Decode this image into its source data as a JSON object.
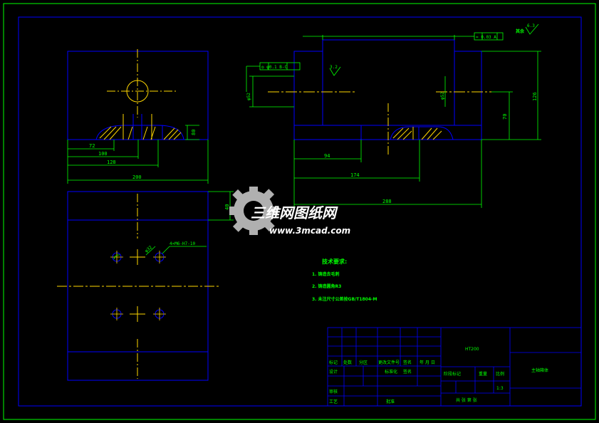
{
  "dimensions": {
    "d_72": "72",
    "d_100": "100",
    "d_128": "128",
    "d_200": "200",
    "d_40": "40",
    "d_80": "80",
    "d_94": "94",
    "d_174": "174",
    "d_288": "288",
    "d_70": "70",
    "d_126": "126",
    "d_phi52_left": "φ52",
    "d_phi52_right": "φ52",
    "d_phi32": "φ32",
    "d_holes": "4×M6-H7-10"
  },
  "tolerances": {
    "position_frame": "◎ φ0.1  B-C",
    "parallelism_frame": "= 0.03 A",
    "roughness_main": "6.3",
    "roughness_other": "其余",
    "roughness_inner": "3.2"
  },
  "technical_requirements": {
    "heading": "技术要求:",
    "items": [
      "1. 铸造去毛刺",
      "2. 铸造圆角R3",
      "3. 未注尺寸公差按GB/T1804-M"
    ]
  },
  "title_block": {
    "material": "HT200",
    "part_name": "主轴箱体",
    "row_labels_1": [
      "标记",
      "处数",
      "分区",
      "更改文件号",
      "签名",
      "年 月 日"
    ],
    "row_labels_2": [
      "设计",
      "标准化",
      "签名"
    ],
    "stage_label": "阶段标记",
    "weight_label": "重量",
    "scale_label": "比例",
    "scale_value": "1:3",
    "review_label": "审核",
    "process_label": "工艺",
    "approve_label": "批准",
    "sheet_info": "共  张  第  张"
  },
  "watermark": {
    "brand": "三维网图纸网",
    "url": "www.3mcad.com"
  },
  "colors": {
    "outline": "#0000ff",
    "dimension": "#00ff00",
    "centerline": "#ffd700",
    "hatch": "#ffd700",
    "border": "#00ff00",
    "background": "#000000"
  }
}
